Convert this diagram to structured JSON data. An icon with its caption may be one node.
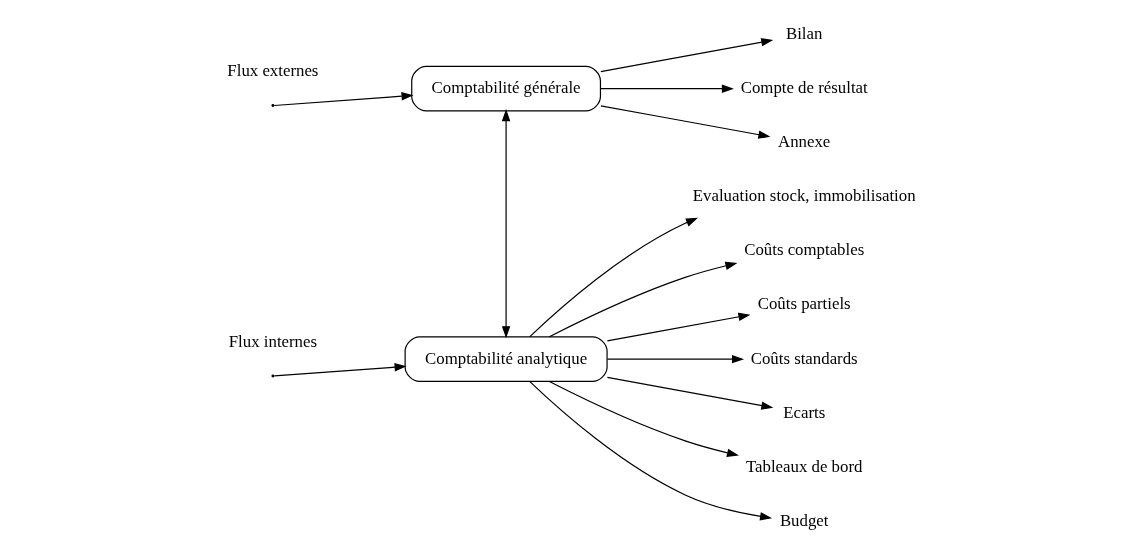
{
  "diagram": {
    "nodes": [
      {
        "text": [
          "Comptabilité générale"
        ]
      },
      {
        "text": [
          "Bilan"
        ]
      },
      {
        "text": [
          "Compte de résultat"
        ]
      },
      {
        "text": [
          "Annexe"
        ]
      },
      {
        "text": [
          "Comptabilité analytique"
        ]
      },
      {
        "text": [
          "Evaluation stock, immobilisation"
        ]
      },
      {
        "text": [
          "Coûts comptables"
        ]
      },
      {
        "text": [
          "Coûts partiels"
        ]
      },
      {
        "text": [
          "Coûts standards"
        ]
      },
      {
        "text": [
          "Ecarts"
        ]
      },
      {
        "text": [
          "Tableaux de bord"
        ]
      },
      {
        "text": [
          "Budget"
        ]
      }
    ],
    "edges": [
      {
        "from": 0,
        "to": 1,
        "arrow": "to"
      },
      {
        "from": 0,
        "to": 2,
        "arrow": "to"
      },
      {
        "from": 0,
        "to": 3,
        "arrow": "to"
      },
      {
        "from": 0,
        "to": 4,
        "arrow": "both"
      },
      {
        "from": null,
        "to": 4,
        "arrow": "to"
      },
      {
        "from": 4,
        "to": 5,
        "arrow": "to"
      },
      {
        "from": 4,
        "to": 6,
        "arrow": "to"
      },
      {
        "from": 4,
        "to": 7,
        "arrow": "to"
      },
      {
        "from": 4,
        "to": 8,
        "arrow": "to"
      },
      {
        "from": 4,
        "to": 9,
        "arrow": "to"
      },
      {
        "from": 4,
        "to": 10,
        "arrow": "to"
      },
      {
        "from": 4,
        "to": 11,
        "arrow": "to"
      },
      {
        "from": null,
        "to": 0,
        "arrow": "to"
      }
    ],
    "labels": [
      "Flux externes",
      "Flux internes"
    ]
  }
}
